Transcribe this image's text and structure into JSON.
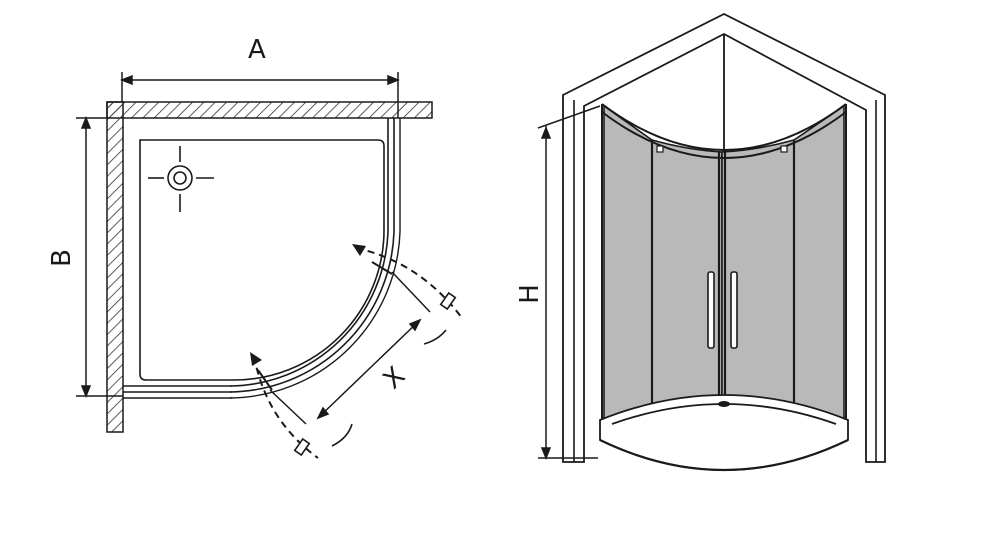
{
  "plan_view": {
    "width_label": "A",
    "depth_label": "B",
    "diagonal_label": "X"
  },
  "elevation_view": {
    "height_label": "H"
  },
  "colors": {
    "line": "#1a1a1a",
    "glass": "#b8b8b8",
    "hatch": "#333333",
    "background": "#ffffff"
  }
}
